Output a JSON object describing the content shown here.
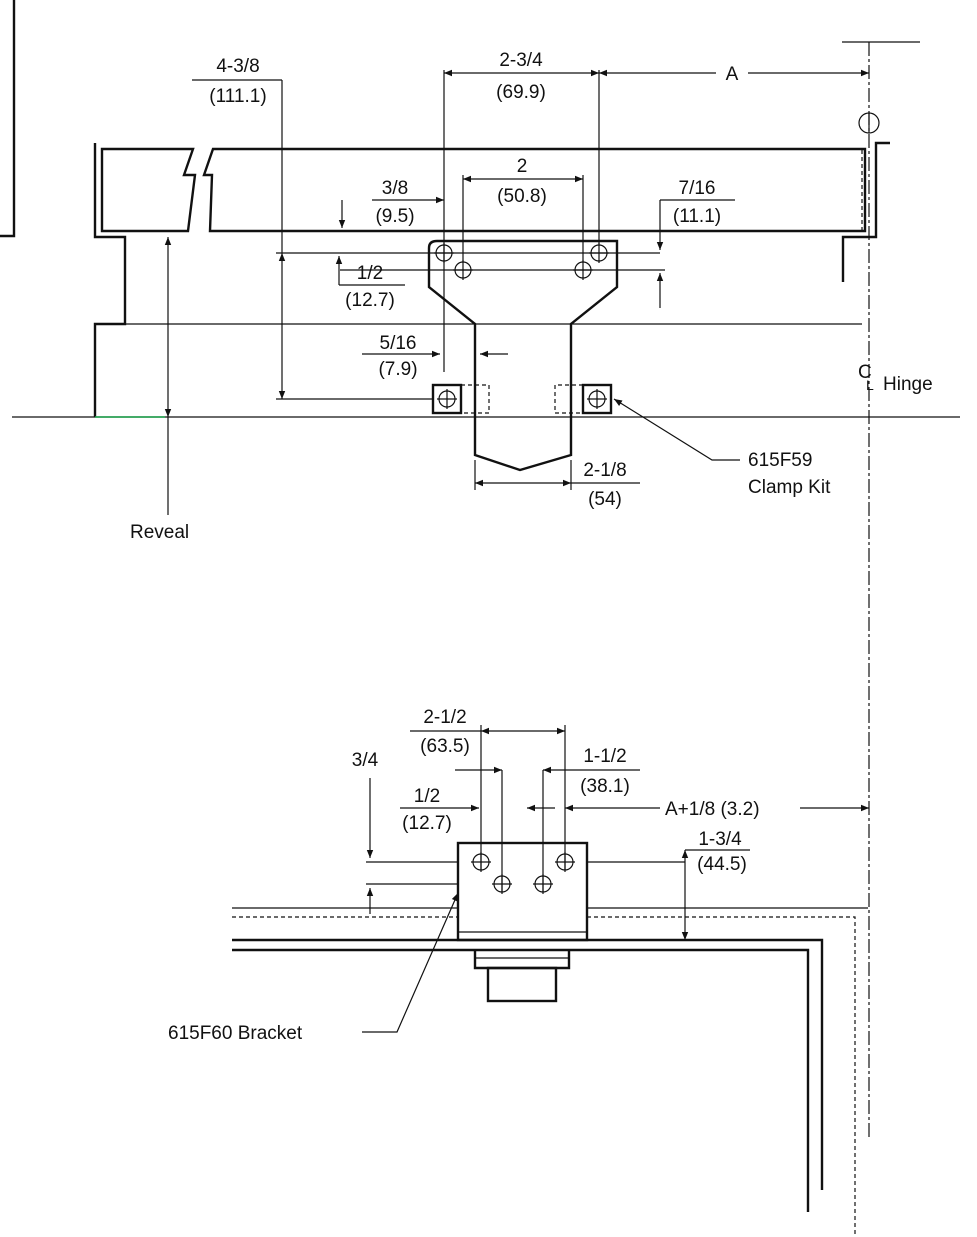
{
  "upper_view": {
    "dims": {
      "d_4_3_8": "4-3/8",
      "d_4_3_8_mm": "(111.1)",
      "d_2_3_4": "2-3/4",
      "d_2_3_4_mm": "(69.9)",
      "d_A": "A",
      "d_2": "2",
      "d_2_mm": "(50.8)",
      "d_3_8": "3/8",
      "d_3_8_mm": "(9.5)",
      "d_7_16": "7/16",
      "d_7_16_mm": "(11.1)",
      "d_1_2": "1/2",
      "d_1_2_mm": "(12.7)",
      "d_5_16": "5/16",
      "d_5_16_mm": "(7.9)",
      "d_2_1_8": "2-1/8",
      "d_2_1_8_mm": "(54)"
    },
    "labels": {
      "centerline_symbol": "C",
      "centerline_sub": "L",
      "hinge": "Hinge",
      "clamp_kit_part": "615F59",
      "clamp_kit_name": "Clamp Kit",
      "reveal": "Reveal"
    }
  },
  "lower_view": {
    "dims": {
      "d_2_1_2": "2-1/2",
      "d_2_1_2_mm": "(63.5)",
      "d_1_1_2": "1-1/2",
      "d_1_1_2_mm": "(38.1)",
      "d_3_4": "3/4",
      "d_1_2": "1/2",
      "d_1_2_mm": "(12.7)",
      "d_A_plus": "A+1/8 (3.2)",
      "d_1_3_4": "1-3/4",
      "d_1_3_4_mm": "(44.5)"
    },
    "labels": {
      "bracket": "615F60 Bracket"
    }
  },
  "colors": {
    "line": "#111111",
    "background": "#ffffff",
    "accent_stroke": "#1aa34a"
  }
}
